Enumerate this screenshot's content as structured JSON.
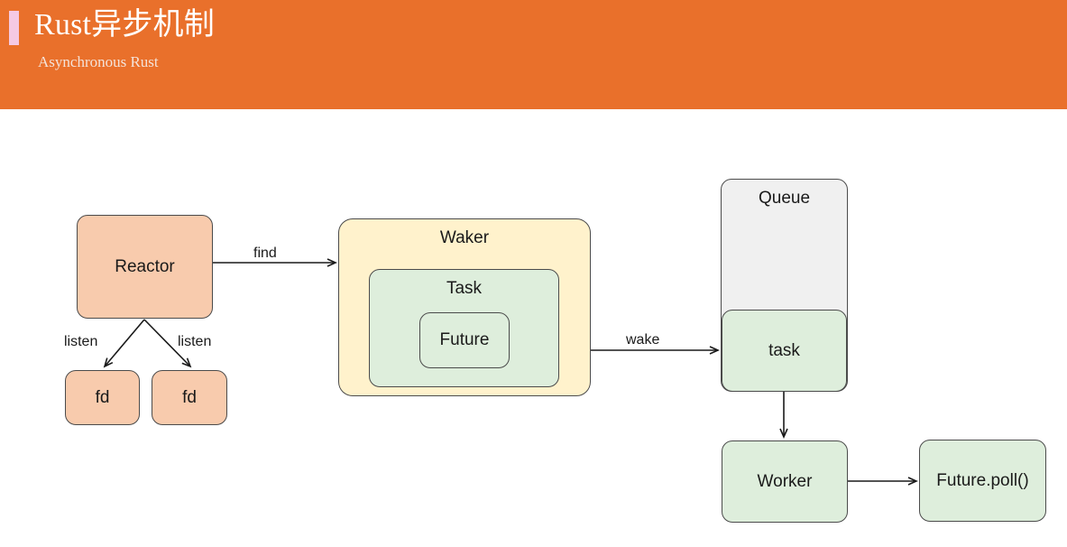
{
  "header": {
    "title": "Rust异步机制",
    "subtitle": "Asynchronous Rust",
    "background_color": "#e9702b",
    "accent_color": "#f5c9e3",
    "title_color": "#ffffff",
    "subtitle_color": "#f4e2d8"
  },
  "diagram": {
    "nodes": {
      "reactor": {
        "label": "Reactor",
        "fill": "#f8cbad"
      },
      "fd_1": {
        "label": "fd",
        "fill": "#f8cbad"
      },
      "fd_2": {
        "label": "fd",
        "fill": "#f8cbad"
      },
      "waker": {
        "label": "Waker",
        "fill": "#fff2cc"
      },
      "task": {
        "label": "Task",
        "fill": "#deeedc"
      },
      "future": {
        "label": "Future",
        "fill": "#deeedc"
      },
      "queue": {
        "label": "Queue",
        "fill": "#f0f0f0"
      },
      "queue_task": {
        "label": "task",
        "fill": "#deeedc"
      },
      "worker": {
        "label": "Worker",
        "fill": "#deeedc"
      },
      "future_poll": {
        "label": "Future.poll()",
        "fill": "#deeedc"
      }
    },
    "edges": {
      "find": {
        "label": "find",
        "from": "reactor",
        "to": "waker"
      },
      "listen_1": {
        "label": "listen",
        "from": "reactor",
        "to": "fd_1"
      },
      "listen_2": {
        "label": "listen",
        "from": "reactor",
        "to": "fd_2"
      },
      "wake": {
        "label": "wake",
        "from": "waker",
        "to": "queue_task"
      },
      "dispatch": {
        "label": "",
        "from": "queue_task",
        "to": "worker"
      },
      "poll": {
        "label": "",
        "from": "worker",
        "to": "future_poll"
      }
    },
    "stroke_color": "#4b4b4b",
    "arrow_color": "#1a1a1a"
  }
}
